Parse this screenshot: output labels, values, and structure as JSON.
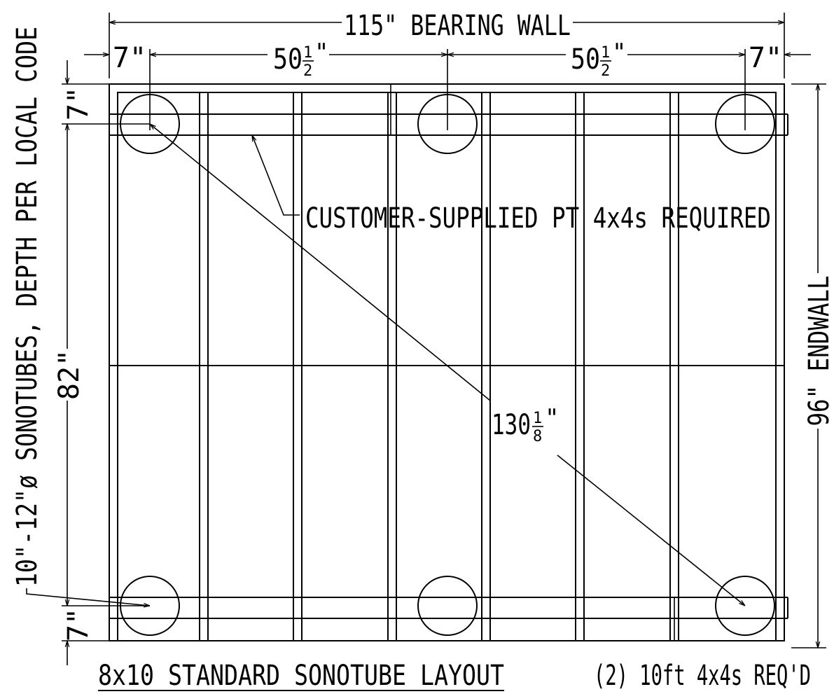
{
  "title": "8x10 STANDARD SONOTUBE LAYOUT",
  "note_lumber": "(2) 10ft 4x4s REQ'D",
  "dimensions": {
    "bearing_wall": "115\" BEARING WALL",
    "edge_left": "7\"",
    "edge_right": "7\"",
    "span_whole": "50",
    "span_frac_num": "1",
    "span_frac_den": "2",
    "inch_mark": "\"",
    "endwall": "96\" ENDWALL",
    "inner_depth": "82\"",
    "edge_top": "7\"",
    "edge_bottom": "7\"",
    "diag_whole": "130",
    "diag_frac_num": "1",
    "diag_frac_den": "8"
  },
  "callouts": {
    "pt_lumber": "CUSTOMER-SUPPLIED PT 4x4s REQUIRED",
    "sonotubes": "10\"-12\"ø SONOTUBES, DEPTH PER LOCAL CODE"
  }
}
